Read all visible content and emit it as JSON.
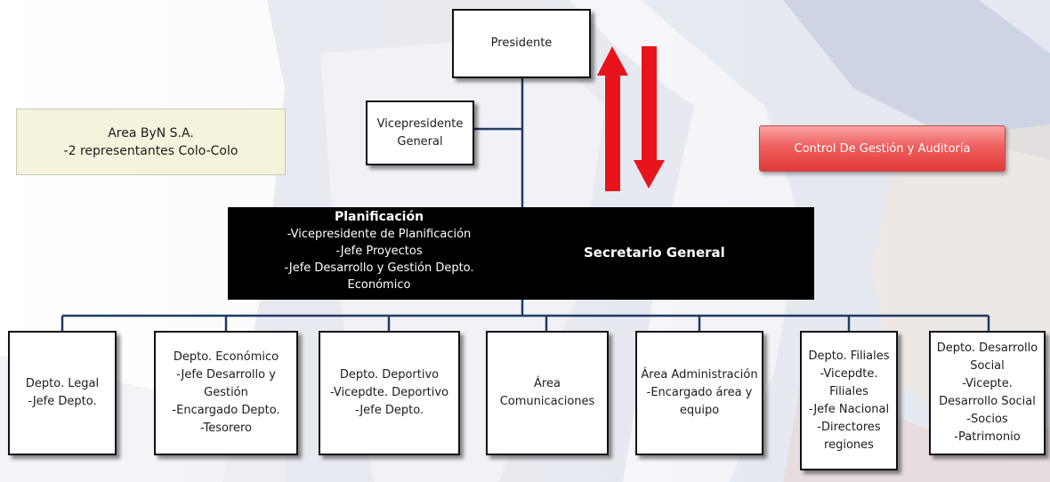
{
  "colors": {
    "line": "#1f3b66",
    "arrow": "#e8141b",
    "control_box": "#ef5f5f",
    "area_box": "#f6f3dc",
    "black_bar": "#000000"
  },
  "top": {
    "presidente": "Presidente",
    "vicepresidente": [
      "Vicepresidente",
      "General"
    ]
  },
  "area_byn": [
    "Area ByN S.A.",
    "-2 representantes Colo-Colo"
  ],
  "control": "Control De Gestión y Auditoría",
  "planificacion": {
    "title": "Planificación",
    "lines": [
      "-Vicepresidente de Planificación",
      "-Jefe Proyectos",
      "-Jefe Desarrollo y Gestión Depto.",
      "Económico"
    ]
  },
  "secretario": "Secretario  General",
  "departments": [
    {
      "lines": [
        "Depto. Legal",
        "-Jefe Depto."
      ]
    },
    {
      "lines": [
        "Depto. Económico",
        "-Jefe Desarrollo y",
        "Gestión",
        "-Encargado Depto.",
        "-Tesorero"
      ]
    },
    {
      "lines": [
        "Depto. Deportivo",
        "-Vicepdte. Deportivo",
        "-Jefe Depto."
      ]
    },
    {
      "lines": [
        "Área",
        "Comunicaciones"
      ]
    },
    {
      "lines": [
        "Área Administración",
        "-Encargado área y",
        "equipo"
      ]
    },
    {
      "lines": [
        "Depto. Filiales",
        "-Vicepdte.",
        "Filiales",
        "-Jefe Nacional",
        "-Directores",
        "regiones"
      ]
    },
    {
      "lines": [
        "Depto. Desarrollo",
        "Social",
        "-Vicepte.",
        "Desarrollo Social",
        "-Socios",
        "-Patrimonio"
      ]
    }
  ]
}
